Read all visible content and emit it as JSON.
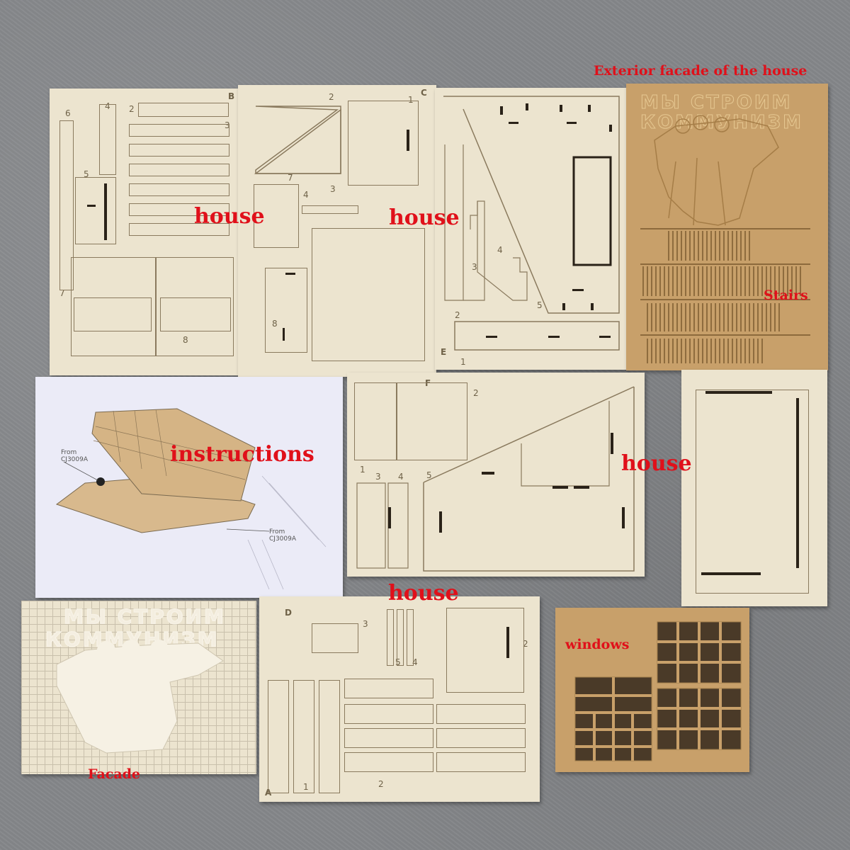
{
  "labels": {
    "house_b": "house",
    "house_c": "house",
    "house_f": "house",
    "house_d": "house",
    "exterior": "Exterior facade of the house",
    "stairs": "Stairs",
    "instructions": "instructions",
    "facade": "Facade",
    "windows": "windows"
  },
  "sheet_letters": {
    "b": "B",
    "c": "C",
    "e": "E",
    "f": "F",
    "d": "D",
    "a": "A"
  },
  "banner": {
    "line1": "МЫ СТРОИМ",
    "line2": "КОММУНИЗМ"
  },
  "instructions_sheet": {
    "from_left": "From CJ3009A",
    "from_right": "From CJ3009A"
  },
  "part_numbers": {
    "b": [
      "6",
      "4",
      "2",
      "3",
      "5",
      "7",
      "8"
    ],
    "c": [
      "2",
      "1",
      "7",
      "4",
      "3",
      "8"
    ],
    "e": [
      "1",
      "2",
      "3",
      "4",
      "5"
    ],
    "f": [
      "2",
      "1",
      "3",
      "4",
      "5"
    ],
    "d": [
      "3",
      "2",
      "5",
      "4",
      "1",
      "2"
    ]
  },
  "colors": {
    "background": "#85878a",
    "plywood": "#ece4cf",
    "mdf": "#c8a06a",
    "label": "#e0101a"
  }
}
